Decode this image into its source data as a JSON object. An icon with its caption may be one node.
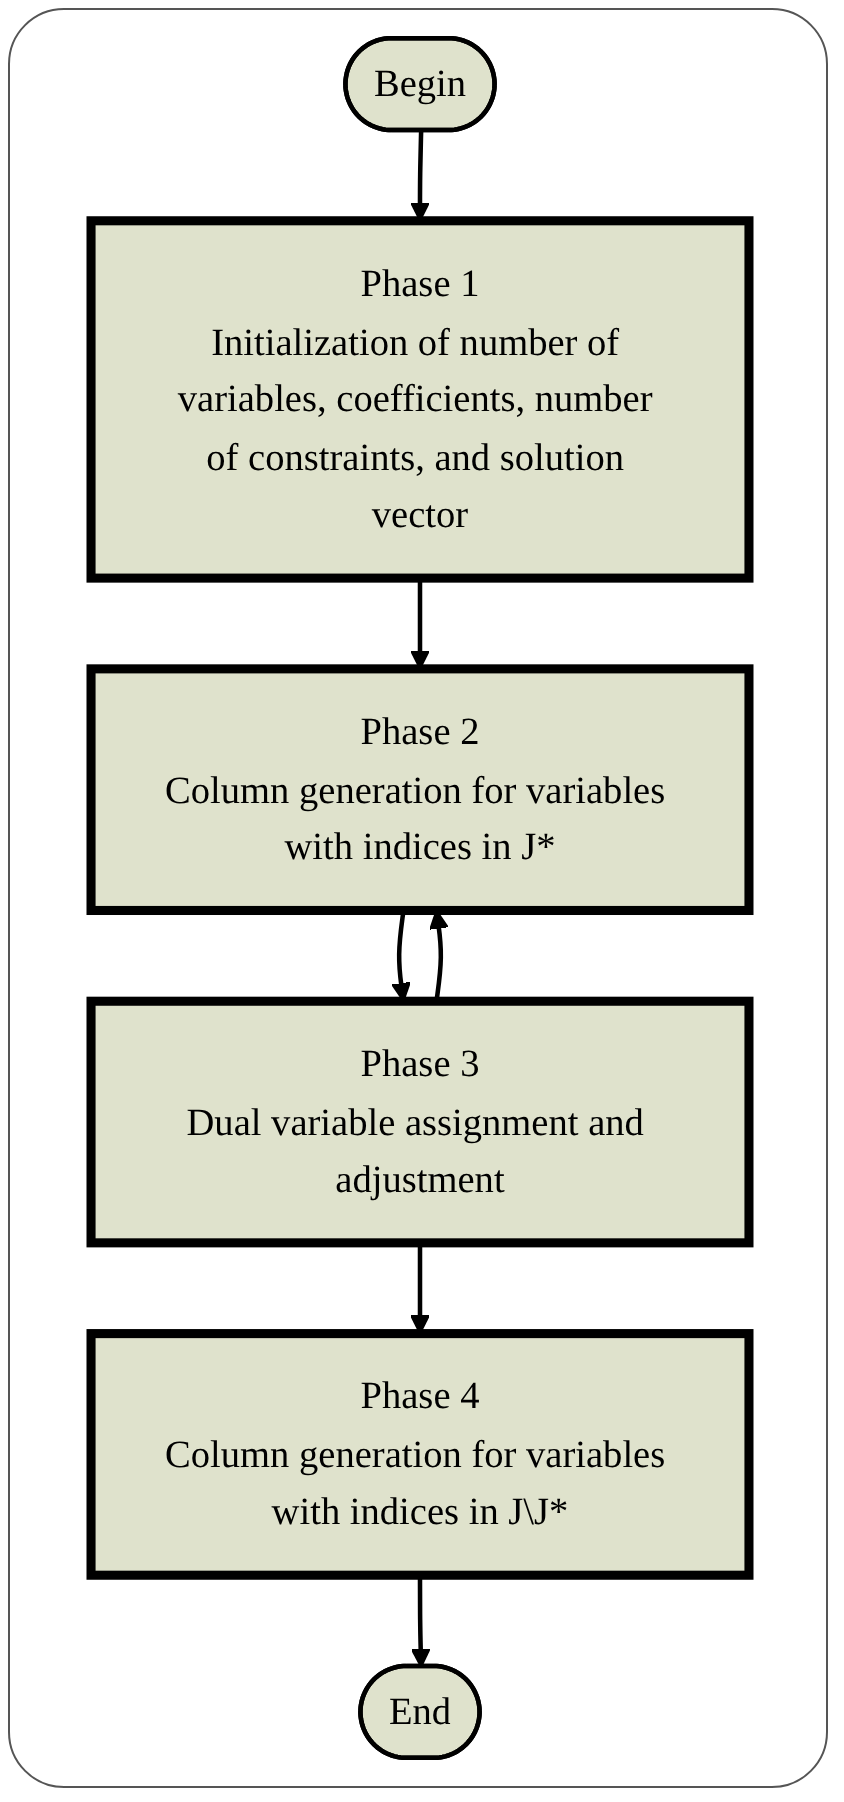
{
  "diagram": {
    "nodes": [
      {
        "text": [
          "Begin"
        ]
      },
      {
        "text": [
          "Phase 1",
          "Initialization of number of variables, coefficients, number of constraints, and solution vector"
        ]
      },
      {
        "text": [
          "Phase 2",
          "Column generation for variables with indices in J*"
        ]
      },
      {
        "text": [
          "Phase 3",
          "Dual variable assignment and adjustment"
        ]
      },
      {
        "text": [
          "Phase 4",
          "Column generation for variables with indices in J\\J*"
        ]
      },
      {
        "text": [
          "End"
        ]
      }
    ],
    "edges": [
      {
        "from": 0,
        "to": 1,
        "arrow": "to"
      },
      {
        "from": 1,
        "to": 2,
        "arrow": "to"
      },
      {
        "from": 2,
        "to": 3,
        "arrow": "to"
      },
      {
        "from": 3,
        "to": 2,
        "arrow": "to"
      },
      {
        "from": 3,
        "to": 4,
        "arrow": "to"
      },
      {
        "from": 4,
        "to": 5,
        "arrow": "to"
      }
    ]
  }
}
